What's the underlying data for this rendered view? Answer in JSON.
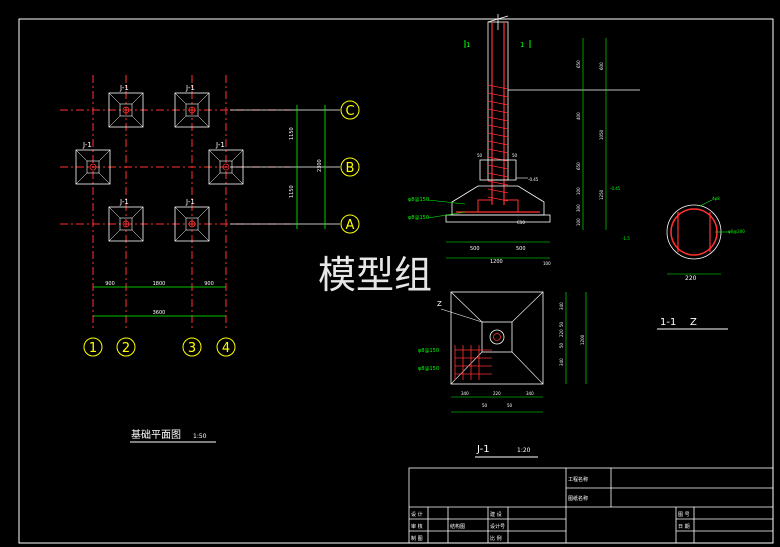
{
  "plan": {
    "footing_label": "J-1",
    "grid_letters": [
      "A",
      "B",
      "C"
    ],
    "grid_numbers": [
      "1",
      "2",
      "3",
      "4"
    ],
    "dims_bottom": [
      "900",
      "1800",
      "900"
    ],
    "dim_total": "3600",
    "dims_side": [
      "1150",
      "1150"
    ],
    "dim_side_total": "2300",
    "title": "基础平面图",
    "scale": "1:50"
  },
  "section": {
    "marks": [
      "1",
      "1"
    ],
    "dims_right_outer": [
      "600",
      "1050",
      "1250"
    ],
    "dims_right_inner": [
      "650",
      "400",
      "650",
      "100",
      "300",
      "100"
    ],
    "rebar_notes": [
      "φ8@150",
      "φ8@150"
    ],
    "pier_dims": [
      "50",
      "50"
    ],
    "bottom_dims_a": [
      "500",
      "500"
    ],
    "bottom_total": "1200",
    "bottom_offset": "100",
    "c_label": "C10",
    "level_right": "-0.45",
    "level_bottom": "-1.5"
  },
  "detail": {
    "mark": "Z",
    "dims_right": [
      "340",
      "50",
      "220",
      "50",
      "340"
    ],
    "dim_right_total": "1200",
    "dims_bottom": [
      "340",
      "220",
      "340"
    ],
    "dims_bottom_inner": [
      "50",
      "50"
    ],
    "rebar_notes": [
      "φ8@150",
      "φ8@150"
    ],
    "title": "J-1",
    "scale": "1:20"
  },
  "column": {
    "rebar_top": "4φ8",
    "rebar_side": "φ6@200",
    "diameter": "220",
    "title": "1-1",
    "subtitle": "Z"
  },
  "watermark": "模型组",
  "titleblock": {
    "cells": [
      "工程名称",
      "图纸名称",
      "设 计",
      "审 核",
      "制 图",
      "结构图",
      "建 设",
      "设计号",
      "比 例",
      "图 号",
      "日 期"
    ]
  }
}
